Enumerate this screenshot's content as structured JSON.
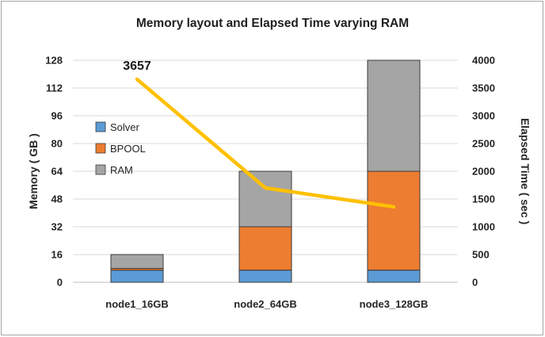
{
  "chart_data": {
    "type": "bar",
    "title": "Memory layout and Elapsed Time varying RAM",
    "categories": [
      "node1_16GB",
      "node2_64GB",
      "node3_128GB"
    ],
    "ylabel": "Memory ( GB )",
    "y2label": "Elapsed Time ( sec )",
    "ylim": [
      0,
      128
    ],
    "y2lim": [
      0,
      4000
    ],
    "yticks": [
      "0",
      "16",
      "32",
      "48",
      "64",
      "80",
      "96",
      "112",
      "128"
    ],
    "y2ticks": [
      "0",
      "500",
      "1000",
      "1500",
      "2000",
      "2500",
      "3000",
      "3500",
      "4000"
    ],
    "stacked": true,
    "legend_position": "left-middle",
    "series": [
      {
        "name": "Solver",
        "color": "#5b9bd5",
        "values": [
          7,
          7,
          7
        ]
      },
      {
        "name": "BPOOL",
        "color": "#ed7d31",
        "values": [
          1,
          25,
          57
        ]
      },
      {
        "name": "RAM",
        "color": "#a5a5a5",
        "values": [
          8,
          32,
          64
        ]
      }
    ],
    "line_series": {
      "axis": "secondary",
      "color": "#ffc000",
      "values": [
        3657,
        1700,
        1360
      ]
    },
    "data_labels": [
      {
        "category": "node1_16GB",
        "text": "3657"
      }
    ]
  }
}
